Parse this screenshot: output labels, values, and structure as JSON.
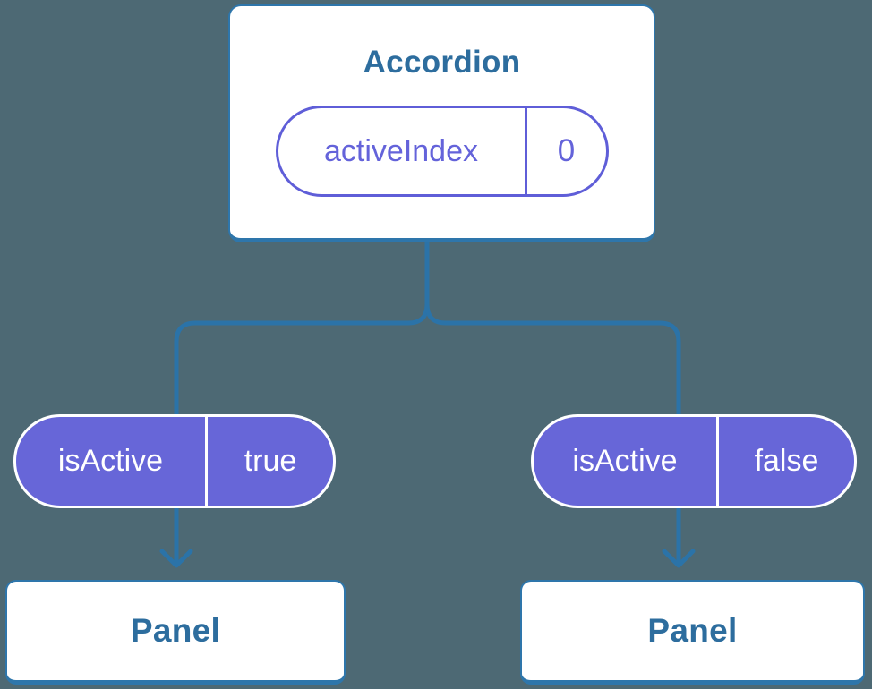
{
  "diagram": {
    "accordion": {
      "title": "Accordion",
      "state": {
        "name": "activeIndex",
        "value": "0"
      }
    },
    "children": [
      {
        "prop": {
          "name": "isActive",
          "value": "true"
        },
        "component": "Panel"
      },
      {
        "prop": {
          "name": "isActive",
          "value": "false"
        },
        "component": "Panel"
      }
    ],
    "colors": {
      "background": "#4d6974",
      "connector_blue": "#2b73a8",
      "box_border_blue": "#2e76ab",
      "heading_blue": "#2d6d9e",
      "pill_purple_fill": "#6766d8",
      "pill_purple_outline": "#5f5ed8",
      "pill_text_on_purple": "#ffffff"
    }
  }
}
